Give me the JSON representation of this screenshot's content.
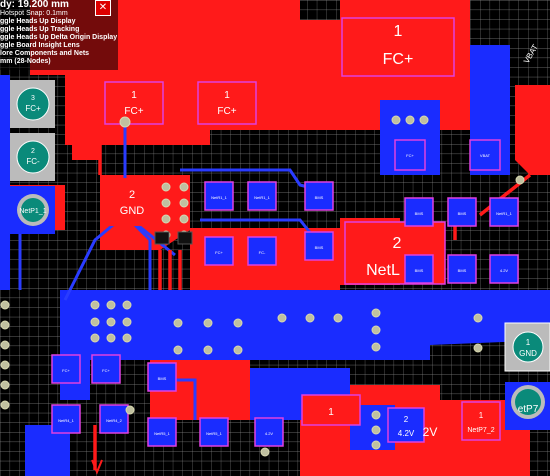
{
  "hud": {
    "coord_line": "dy: 19.200 mm",
    "snap_line": "Hotspot Snap: 0.1mm",
    "close": "✕",
    "toggles": [
      "ggle Heads Up Display",
      "ggle Heads Up Tracking",
      "ggle Heads Up Delta Origin Display",
      "ggle Board Insight Lens",
      "lore Components and Nets",
      "mm (28-Nodes)"
    ]
  },
  "pads": {
    "fc_big_1": {
      "num": "1",
      "net": "FC+"
    },
    "fc_mid_a": {
      "num": "1",
      "net": "FC+"
    },
    "fc_mid_b": {
      "num": "1",
      "net": "FC+"
    },
    "gnd_left": {
      "num": "2",
      "net": "GND"
    },
    "netl_big": {
      "num": "2",
      "net": "NetL"
    },
    "bot_c1": {
      "num": "1"
    },
    "bot_c2": {
      "num": "2",
      "net": "4.2V"
    },
    "bot_c3": {
      "net": "2V"
    },
    "bot_c4": {
      "num": "1",
      "net": "NetP7_2"
    },
    "vbat": "VBAT",
    "tgnd": {
      "num": "1",
      "net": "GND"
    },
    "tp_right": "etP7",
    "tp3": {
      "num": "3",
      "net": "FC+"
    },
    "tp2": {
      "num": "2",
      "net": "FC-"
    },
    "tp1": "NetP1_1"
  },
  "smd": {
    "u1": "NetR1_1",
    "u2": "NetR1_1",
    "u3": "BMS",
    "u4": "FC+",
    "u5": "FC-",
    "u6": "BMS",
    "u7": "FC+",
    "u8": "BMS",
    "u9": "BMS",
    "u10": "BMS",
    "u11": "4.2V",
    "u12": "FC+",
    "u13": "FC+",
    "u14": "NetR4_1",
    "u15": "NetR4_2",
    "u16": "NetR5_1",
    "u17": "NetR5_1",
    "u18": "4.2V",
    "u19": "BMS",
    "u20": "NetR1_1"
  }
}
